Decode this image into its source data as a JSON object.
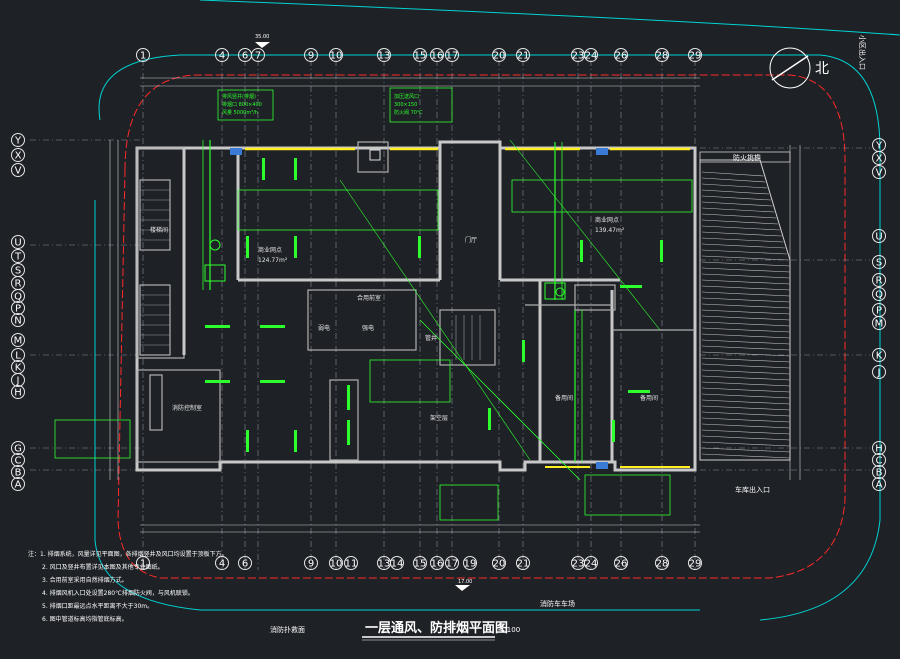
{
  "drawing": {
    "title": "一层通风、防排烟平面图",
    "scale": "1:100",
    "north_label": "北",
    "entry_top_right": "小区出入口",
    "entry_right": "车库出入口",
    "fire_ramp": "防火挑檐",
    "fire_truck_area": "消防扑救面",
    "fire_truck_lane": "消防车车场",
    "elev_top": "35.00",
    "elev_bottom": "17.00"
  },
  "top_axes": [
    "1",
    "4",
    "6",
    "7",
    "9",
    "10",
    "13",
    "15",
    "16",
    "17",
    "20",
    "21",
    "23",
    "24",
    "26",
    "28",
    "29"
  ],
  "bottom_axes": [
    "1",
    "4",
    "6",
    "9",
    "10",
    "11",
    "13",
    "14",
    "15",
    "16",
    "17",
    "19",
    "20",
    "21",
    "23",
    "24",
    "26",
    "28",
    "29"
  ],
  "left_axes": [
    "Y",
    "X",
    "V",
    "U",
    "T",
    "S",
    "R",
    "Q",
    "P",
    "N",
    "M",
    "L",
    "K",
    "J",
    "H",
    "G",
    "C",
    "B",
    "A"
  ],
  "right_axes": [
    "Y",
    "X",
    "V",
    "U",
    "S",
    "R",
    "Q",
    "P",
    "M",
    "K",
    "J",
    "H",
    "C",
    "B",
    "A"
  ],
  "rooms": [
    {
      "name": "商业网点",
      "area": "124.77m²"
    },
    {
      "name": "商业网点",
      "area": "139.47m²"
    },
    {
      "name": "消防控制室"
    },
    {
      "name": "门厅"
    },
    {
      "name": "架空层"
    },
    {
      "name": "合用前室"
    },
    {
      "name": "楼梯间"
    },
    {
      "name": "备用间"
    },
    {
      "name": "弱电"
    },
    {
      "name": "强电"
    },
    {
      "name": "管井"
    }
  ],
  "notes": [
    "注：1. 排烟系统，风量详见平面图，各排烟竖井及风口均设置于顶板下方。",
    "2. 风口及竖井布置详见本图及其他专业图纸。",
    "3. 合用前室采用自然排烟方式。",
    "4. 排烟风机入口处设置280℃排烟防火阀，与风机联锁。",
    "5. 排烟口距最远点水平距离不大于30m。",
    "6. 图中管道标高均指管底标高。"
  ],
  "green_notes": [
    "排风竖井(排烟)",
    "排烟口 800×400",
    "风量 5000m³/h",
    "加压送风口",
    "300×150",
    "防火阀 70℃"
  ]
}
